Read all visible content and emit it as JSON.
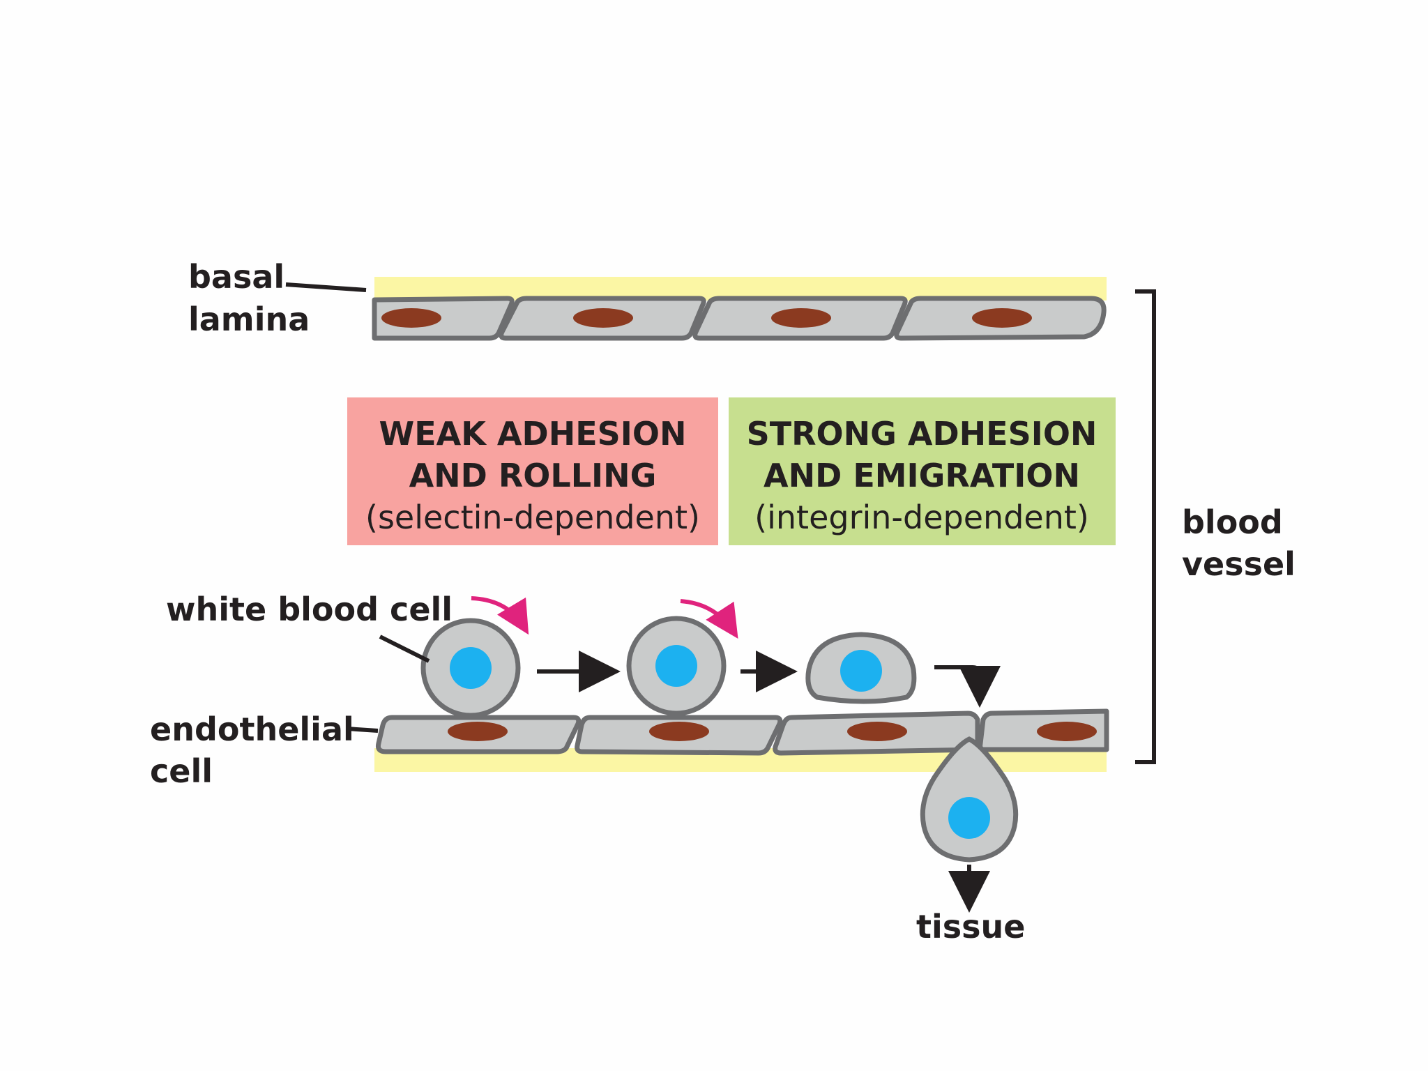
{
  "labels": {
    "basal_lamina_line1": "basal",
    "basal_lamina_line2": "lamina",
    "white_blood_cell": "white blood cell",
    "endothelial_line1": "endothelial",
    "endothelial_line2": "cell",
    "blood_vessel_line1": "blood",
    "blood_vessel_line2": "vessel",
    "tissue": "tissue"
  },
  "boxes": {
    "weak": {
      "line1": "WEAK ADHESION",
      "line2": "AND ROLLING",
      "line3": "(selectin-dependent)",
      "color": "#f8a3a0"
    },
    "strong": {
      "line1": "STRONG ADHESION",
      "line2": "AND EMIGRATION",
      "line3": "(integrin-dependent)",
      "color": "#c7df8f"
    }
  },
  "colors": {
    "basal_lamina": "#fbf6a4",
    "cell_fill": "#c9cbcb",
    "cell_stroke": "#6d6e70",
    "endothelial_nucleus": "#8b3a20",
    "wbc_nucleus": "#1cb1f0",
    "rolling_arrow": "#e0237d",
    "line": "#231f20"
  }
}
